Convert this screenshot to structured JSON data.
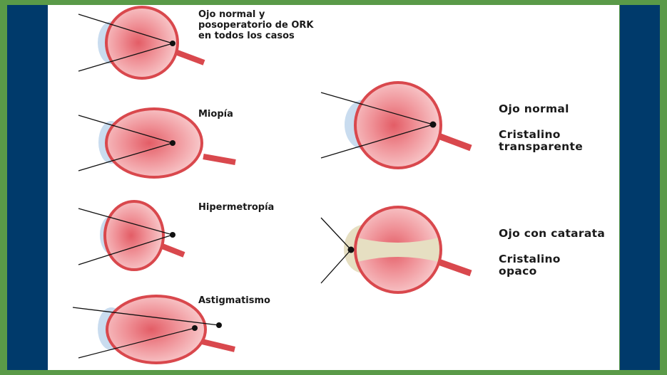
{
  "colors": {
    "border_green": "#5a9a48",
    "side_blue": "#003a6b",
    "eye_outline": "#d9484d",
    "eye_fill_center": "#e7737a",
    "eye_fill_edge": "#f7c6c8",
    "cornea": "#c9dcef",
    "cataract_lens": "#e6dfc2"
  },
  "left_column": [
    {
      "id": "normal-ork",
      "label": "Ojo normal y\nposoperatorio de ORK\nen todos los casos"
    },
    {
      "id": "miopia",
      "label": "Miopía"
    },
    {
      "id": "hipermetropia",
      "label": "Hipermetropía"
    },
    {
      "id": "astigmatismo",
      "label": "Astigmatismo"
    }
  ],
  "right_column": [
    {
      "id": "ojo-normal",
      "label": "Ojo normal\n\nCristalino\ntransparente"
    },
    {
      "id": "ojo-catarata",
      "label": "Ojo con catarata\n\nCristalino\nopaco"
    }
  ]
}
